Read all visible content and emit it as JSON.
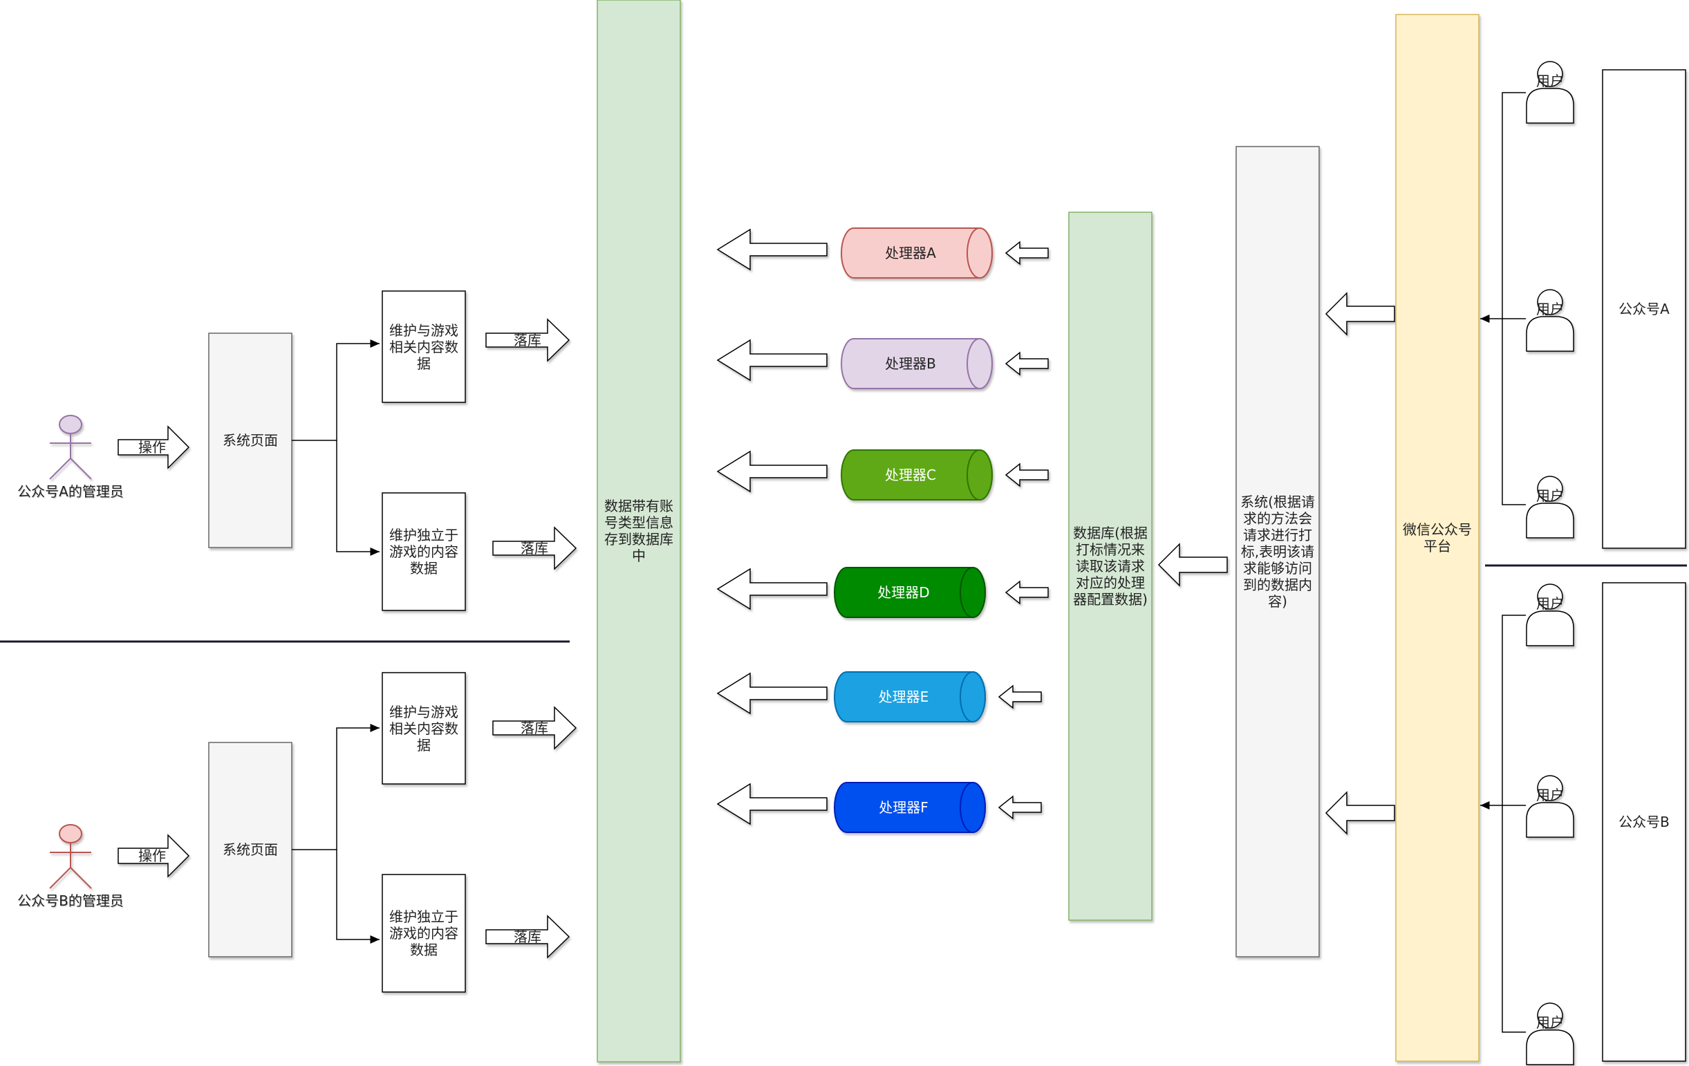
{
  "managers": {
    "a": {
      "name": "公众号A的管理员",
      "action": "操作",
      "page": "系统页面"
    },
    "b": {
      "name": "公众号B的管理员",
      "action": "操作",
      "page": "系统页面"
    }
  },
  "data_blocks": {
    "game_related": "维护与游戏相关内容数据",
    "game_independent": "维护独立于游戏的内容数据",
    "store_label": "落库"
  },
  "storage": {
    "label": "数据带有账号类型信息存到数据库中"
  },
  "processors": [
    {
      "label": "处理器A",
      "fill": "#f8cecc",
      "stroke": "#b85450",
      "text_color": "#222222"
    },
    {
      "label": "处理器B",
      "fill": "#e1d5e7",
      "stroke": "#9673a6",
      "text_color": "#222222"
    },
    {
      "label": "处理器C",
      "fill": "#60a917",
      "stroke": "#2d7600",
      "text_color": "#ffffff"
    },
    {
      "label": "处理器D",
      "fill": "#008a00",
      "stroke": "#005700",
      "text_color": "#ffffff"
    },
    {
      "label": "处理器E",
      "fill": "#1ba1e2",
      "stroke": "#006eaf",
      "text_color": "#ffffff"
    },
    {
      "label": "处理器F",
      "fill": "#0050ef",
      "stroke": "#001dbc",
      "text_color": "#ffffff"
    }
  ],
  "database": {
    "label": "数据库(根据打标情况来读取该请求对应的处理器配置数据)"
  },
  "system": {
    "label": "系统(根据请求的方法会请求进行打标,表明该请求能够访问到的数据内容)"
  },
  "platform": {
    "label": "微信公众号平台"
  },
  "user_label": "用户",
  "accounts": {
    "a": "公众号A",
    "b": "公众号B"
  },
  "colors": {
    "green_fill": "#d5e8d4",
    "green_stroke": "#82b366",
    "gray_fill": "#f5f5f5",
    "gray_stroke": "#666666",
    "yellow_fill": "#fff2cc",
    "yellow_stroke": "#d6b656",
    "manager_a_fill": "#e1d5e7",
    "manager_a_stroke": "#9673a6",
    "manager_b_fill": "#f8cecc",
    "manager_b_stroke": "#b85450",
    "divider": "#1a1a2e"
  }
}
